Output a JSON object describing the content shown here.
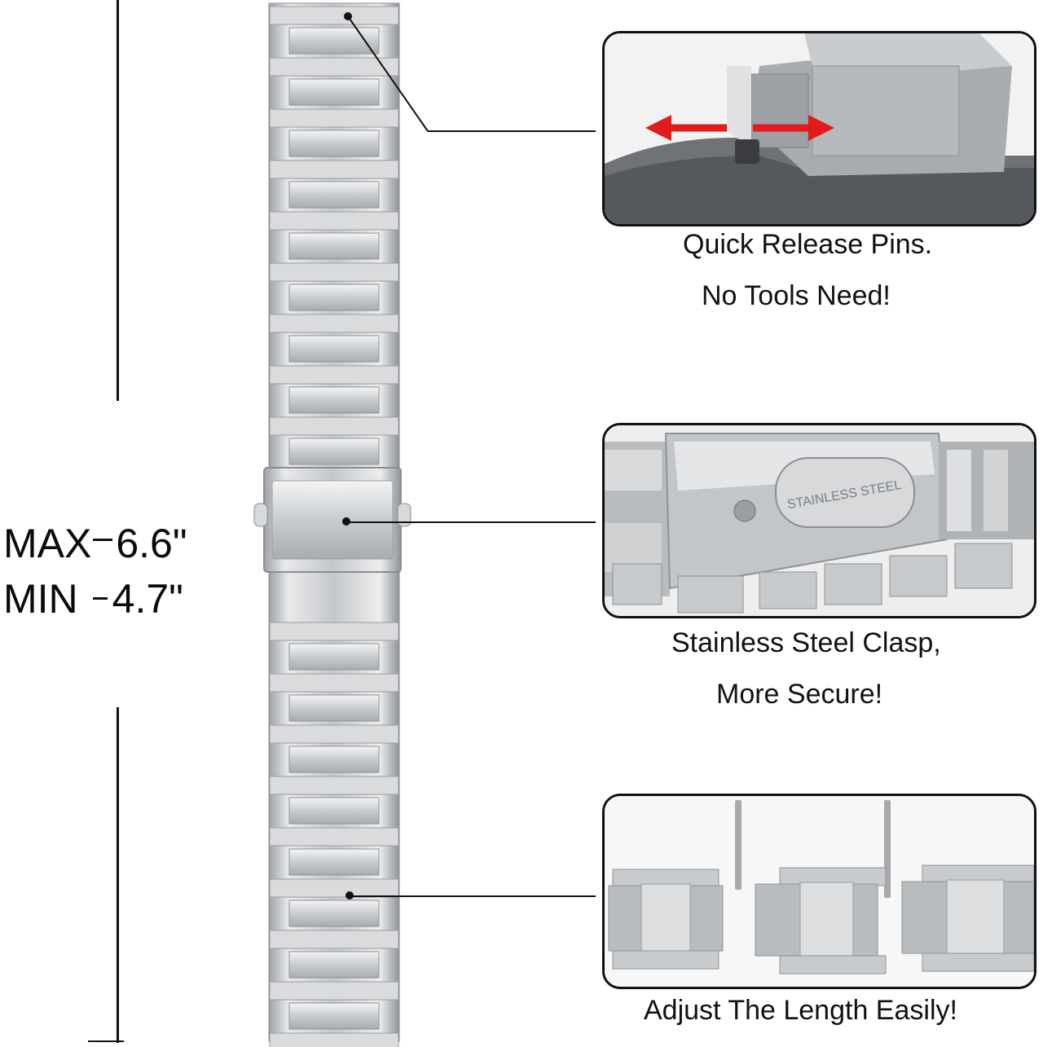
{
  "size": {
    "max_label": "MAX",
    "max_value": "6.6\"",
    "min_label": "MIN",
    "min_value": "4.7\""
  },
  "callouts": [
    {
      "line1": "Quick Release Pins.",
      "line2": "No Tools Need!",
      "icon": "quick-release-pin"
    },
    {
      "line1": "Stainless Steel Clasp,",
      "line2": "More Secure!",
      "icon": "butterfly-clasp",
      "engraving": "STAINLESS STEEL"
    },
    {
      "line1": "Adjust The Length Easily!",
      "icon": "removable-links"
    }
  ],
  "colors": {
    "arrow": "#e21b1b",
    "steel": "#c9cbce",
    "outline": "#111111"
  }
}
